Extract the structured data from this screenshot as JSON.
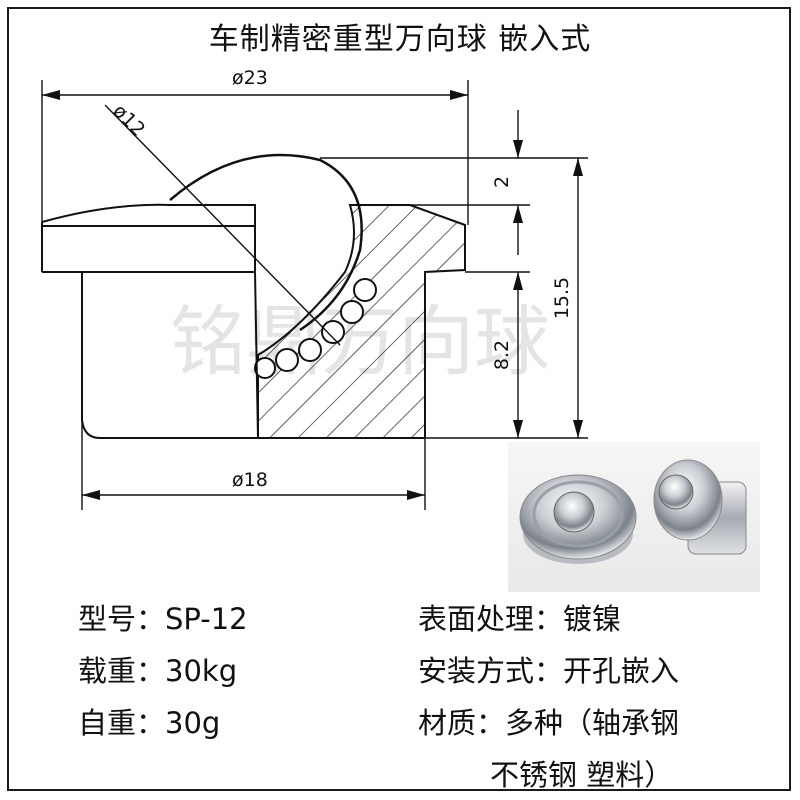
{
  "title": "车制精密重型万向球 嵌入式",
  "dimensions": {
    "outer_diameter": "ø23",
    "ball_diameter": "ø12",
    "base_diameter": "ø18",
    "top_protrusion": "2",
    "total_height": "15.5",
    "base_height": "8.2"
  },
  "watermark": "铭鼎万向球",
  "specs": {
    "model": "型号：SP-12",
    "load": "载重：30kg",
    "weight": "自重：30g",
    "surface": "表面处理：镀镍",
    "install": "安装方式：开孔嵌入",
    "material_line1": "材质：多种（轴承钢",
    "material_line2": "不锈钢 塑料）"
  }
}
